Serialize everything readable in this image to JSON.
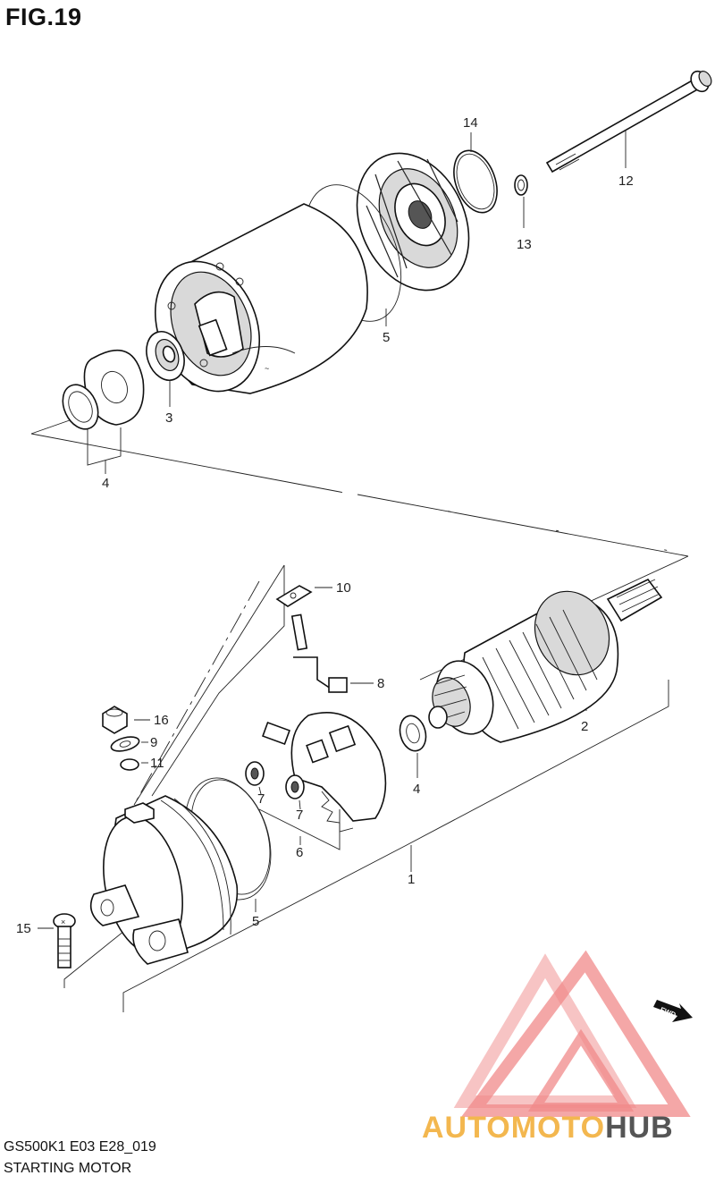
{
  "figure": {
    "title": "FIG.19",
    "code": "GS500K1 E03 E28_019",
    "name": "STARTING MOTOR"
  },
  "callouts": [
    "1",
    "2",
    "3",
    "4",
    "4",
    "5",
    "5",
    "6",
    "7",
    "7",
    "8",
    "9",
    "10",
    "11",
    "12",
    "13",
    "14",
    "15",
    "16"
  ],
  "direction_badge": "FWD",
  "watermark": {
    "brand_first": "AUTOMOTO",
    "brand_second": "HUB",
    "color_triangle": "#f08a8a",
    "color_accent": "#f3b74f",
    "color_dark": "#555555"
  }
}
